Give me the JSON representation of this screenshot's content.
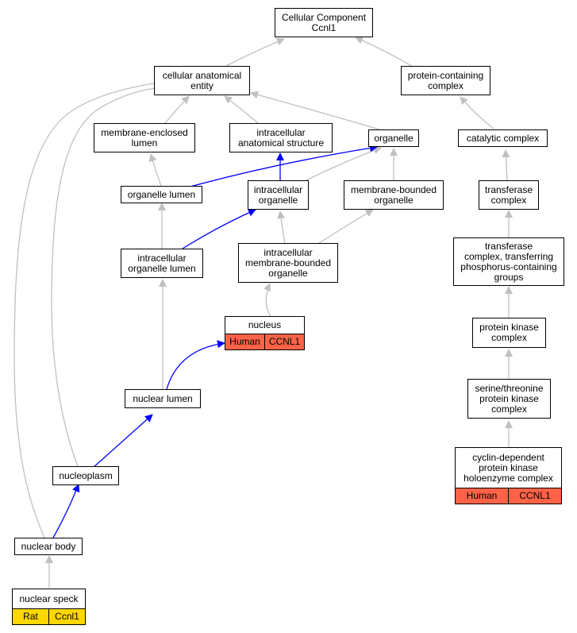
{
  "colors": {
    "edge_default": "#c0c0c0",
    "edge_highlight": "#0000ff",
    "human_fill": "#ff6347",
    "rat_fill": "#ffd700"
  },
  "nodes": {
    "root": "Cellular Component\nCcnl1",
    "cellular_anatomical_entity": "cellular anatomical\nentity",
    "protein_containing_complex": "protein-containing\ncomplex",
    "membrane_enclosed_lumen": "membrane-enclosed\nlumen",
    "intracellular_anatomical_structure": "intracellular\nanatomical structure",
    "organelle": "organelle",
    "catalytic_complex": "catalytic complex",
    "organelle_lumen": "organelle lumen",
    "intracellular_organelle": "intracellular\norganelle",
    "membrane_bounded_organelle": "membrane-bounded\norganelle",
    "transferase_complex": "transferase\ncomplex",
    "intracellular_organelle_lumen": "intracellular\norganelle lumen",
    "intracellular_membrane_bounded_organelle": "intracellular\nmembrane-bounded\norganelle",
    "transferase_complex_phospho": "transferase\ncomplex, transferring\nphosphorus-containing\ngroups",
    "protein_kinase_complex": "protein kinase\ncomplex",
    "nuclear_lumen": "nuclear lumen",
    "serine_threonine_protein_kinase_complex": "serine/threonine\nprotein kinase\ncomplex",
    "nucleoplasm": "nucleoplasm",
    "nuclear_body": "nuclear body"
  },
  "annotated_nodes": {
    "nucleus": {
      "title": "nucleus",
      "species": "Human",
      "gene": "CCNL1"
    },
    "cyclin_dependent": {
      "title": "cyclin-dependent\nprotein kinase\nholoenzyme complex",
      "species": "Human",
      "gene": "CCNL1"
    },
    "nuclear_speck": {
      "title": "nuclear speck",
      "species": "Rat",
      "gene": "Ccnl1"
    }
  }
}
